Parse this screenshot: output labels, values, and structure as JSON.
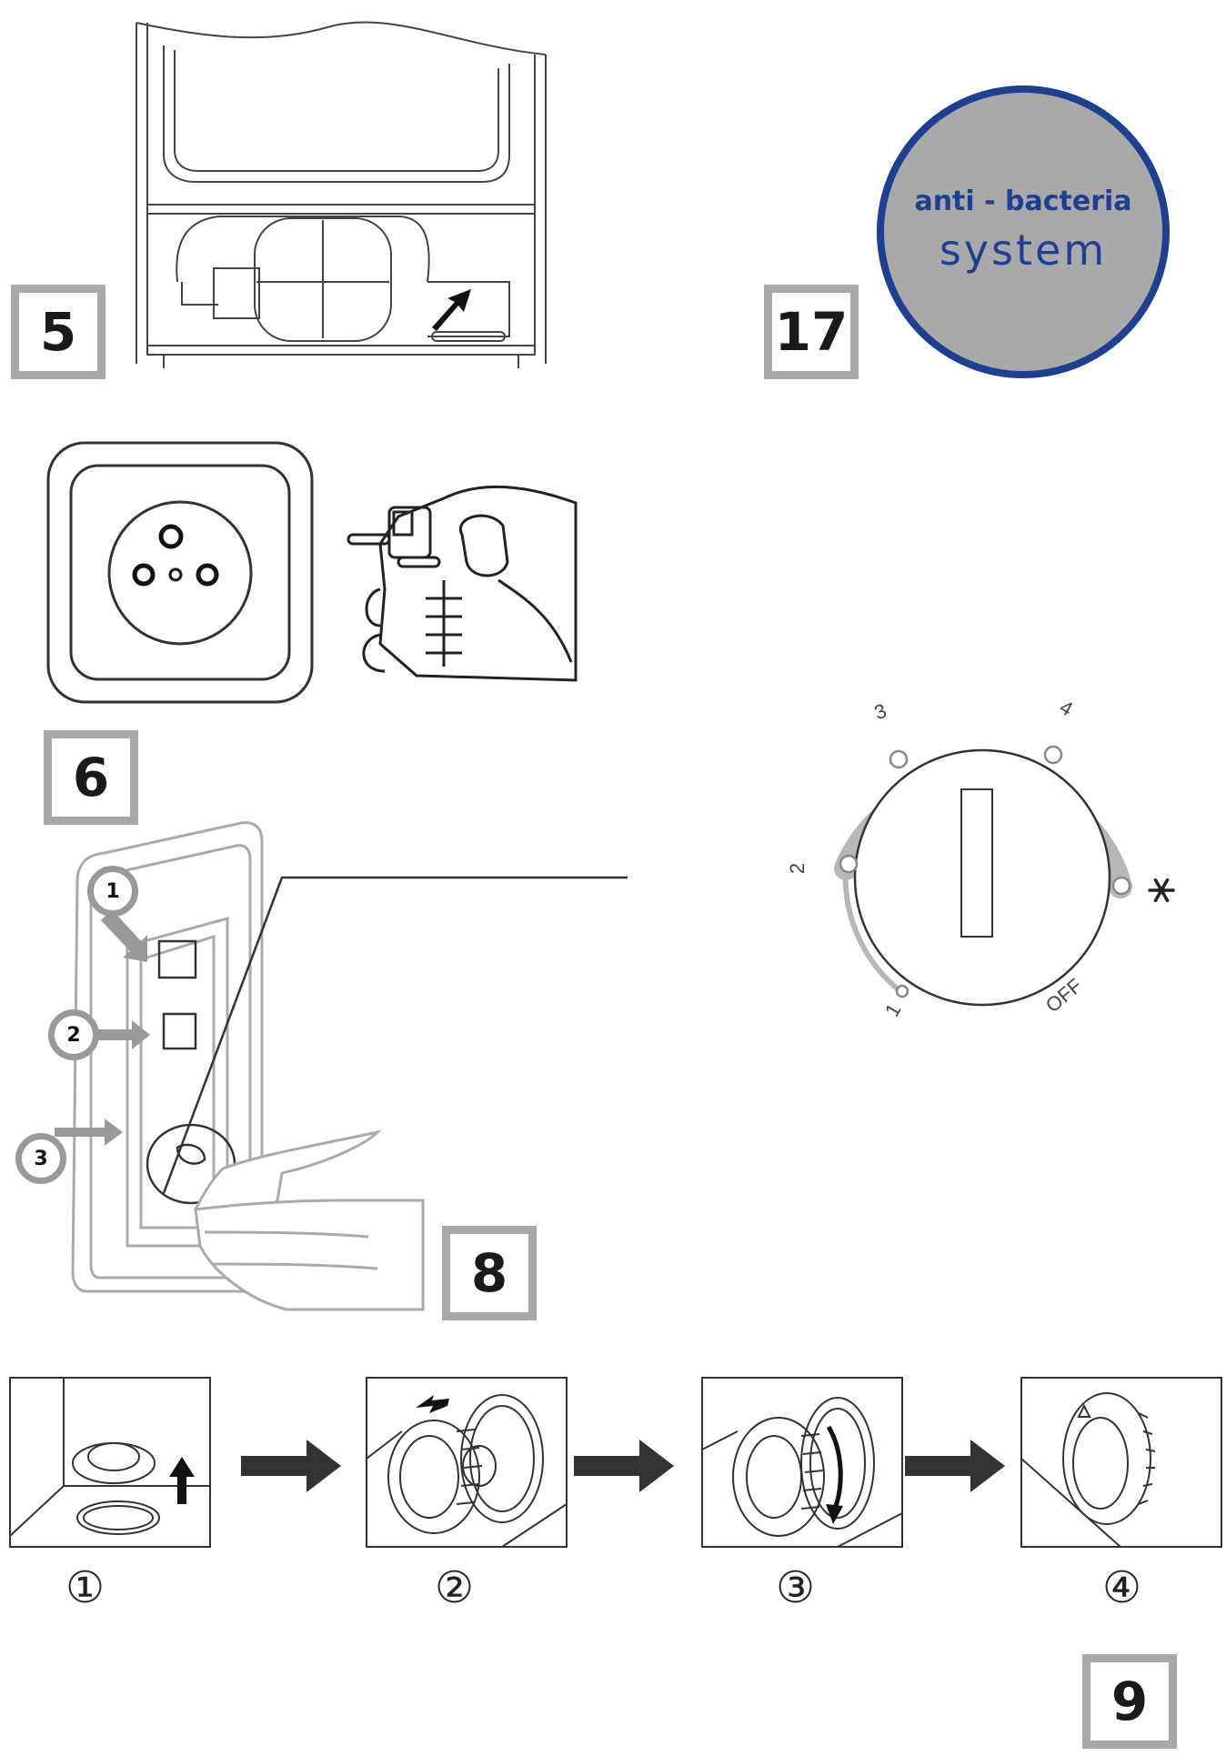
{
  "figures": {
    "fig5": "5",
    "fig17": "17",
    "fig6": "6",
    "fig8": "8",
    "fig9": "9"
  },
  "logo": {
    "line1": "anti - bacteria",
    "line2": "system",
    "ring_color": "#1f3f8f",
    "fill_color": "#a9a9ab",
    "text_color": "#1f3f8f"
  },
  "panel_callouts": [
    "1",
    "2",
    "3"
  ],
  "dial": {
    "labels": {
      "l1": "1",
      "l2": "2",
      "l3": "3",
      "l4": "4",
      "off": "OFF"
    },
    "freeze_icon": "snowflake-icon"
  },
  "steps": [
    "①",
    "②",
    "③",
    "④"
  ],
  "colors": {
    "frame_gray": "#a8a8a8",
    "arrow_dark": "#333333"
  }
}
